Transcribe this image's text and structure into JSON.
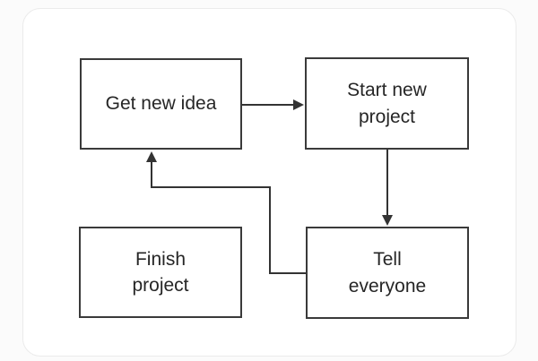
{
  "diagram": {
    "nodes": [
      {
        "id": "get-new-idea",
        "label": "Get new idea"
      },
      {
        "id": "start-new-project",
        "label": "Start new\nproject"
      },
      {
        "id": "finish-project",
        "label": "Finish\nproject"
      },
      {
        "id": "tell-everyone",
        "label": "Tell\neveryone"
      }
    ],
    "edges": [
      {
        "from": "get-new-idea",
        "to": "start-new-project"
      },
      {
        "from": "start-new-project",
        "to": "tell-everyone"
      },
      {
        "from": "tell-everyone",
        "to": "get-new-idea"
      }
    ],
    "colors": {
      "box_border": "#3a3a3a",
      "text": "#262626",
      "arrow": "#333333",
      "card_background": "#ffffff",
      "card_border": "#ebebeb",
      "page_background": "#fbfbfb"
    }
  }
}
